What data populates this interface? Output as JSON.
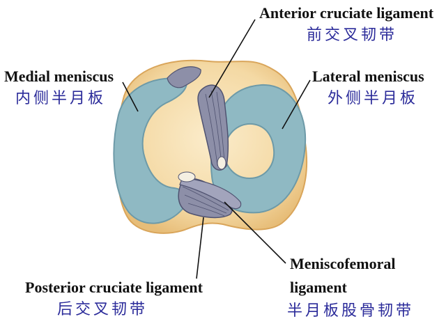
{
  "labels": {
    "acl": {
      "en": "Anterior cruciate ligament",
      "zh": "前交叉韧带"
    },
    "medial": {
      "en": "Medial meniscus",
      "zh": "内侧半月板"
    },
    "lateral": {
      "en": "Lateral meniscus",
      "zh": "外侧半月板"
    },
    "pcl": {
      "en": "Posterior cruciate ligament",
      "zh": "后交叉韧带"
    },
    "mfl": {
      "en_line1": "Meniscofemoral",
      "en_line2": "ligament",
      "zh": "半月板股骨韧带"
    }
  },
  "colors": {
    "chinese_text": "#2b2b9a",
    "english_text": "#111111",
    "tibia": "#f6dfb0",
    "bone_edge": "#d9a55a",
    "meniscus": "#8fb9c3",
    "meniscus_edge": "#6d9aa8",
    "ligament": "#8d8fa8",
    "ligament_edge": "#4f5270",
    "leader_line": "#111111"
  }
}
